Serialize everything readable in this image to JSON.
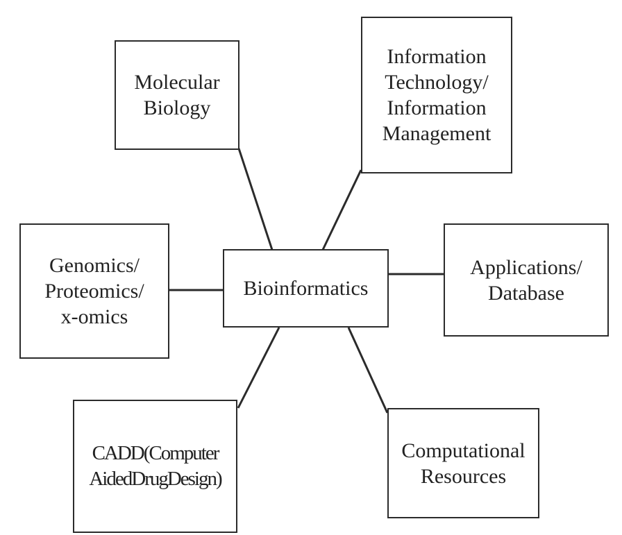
{
  "colors": {
    "border": "#2b2b2b",
    "connector": "#2b2b2b",
    "text": "#222222",
    "background": "#ffffff"
  },
  "center": {
    "label": "Bioinformatics"
  },
  "nodes": {
    "molecular_biology": [
      "Molecular",
      "Biology"
    ],
    "information_technology": [
      "Information",
      "Technology/",
      "Information",
      "Management"
    ],
    "genomics": [
      "Genomics/",
      "Proteomics/",
      "x-omics"
    ],
    "applications": [
      "Applications/",
      "Database"
    ],
    "cadd": [
      "CADD(Computer",
      "AidedDrugDesign)"
    ],
    "computational_resources": [
      "Computational",
      "Resources"
    ]
  }
}
